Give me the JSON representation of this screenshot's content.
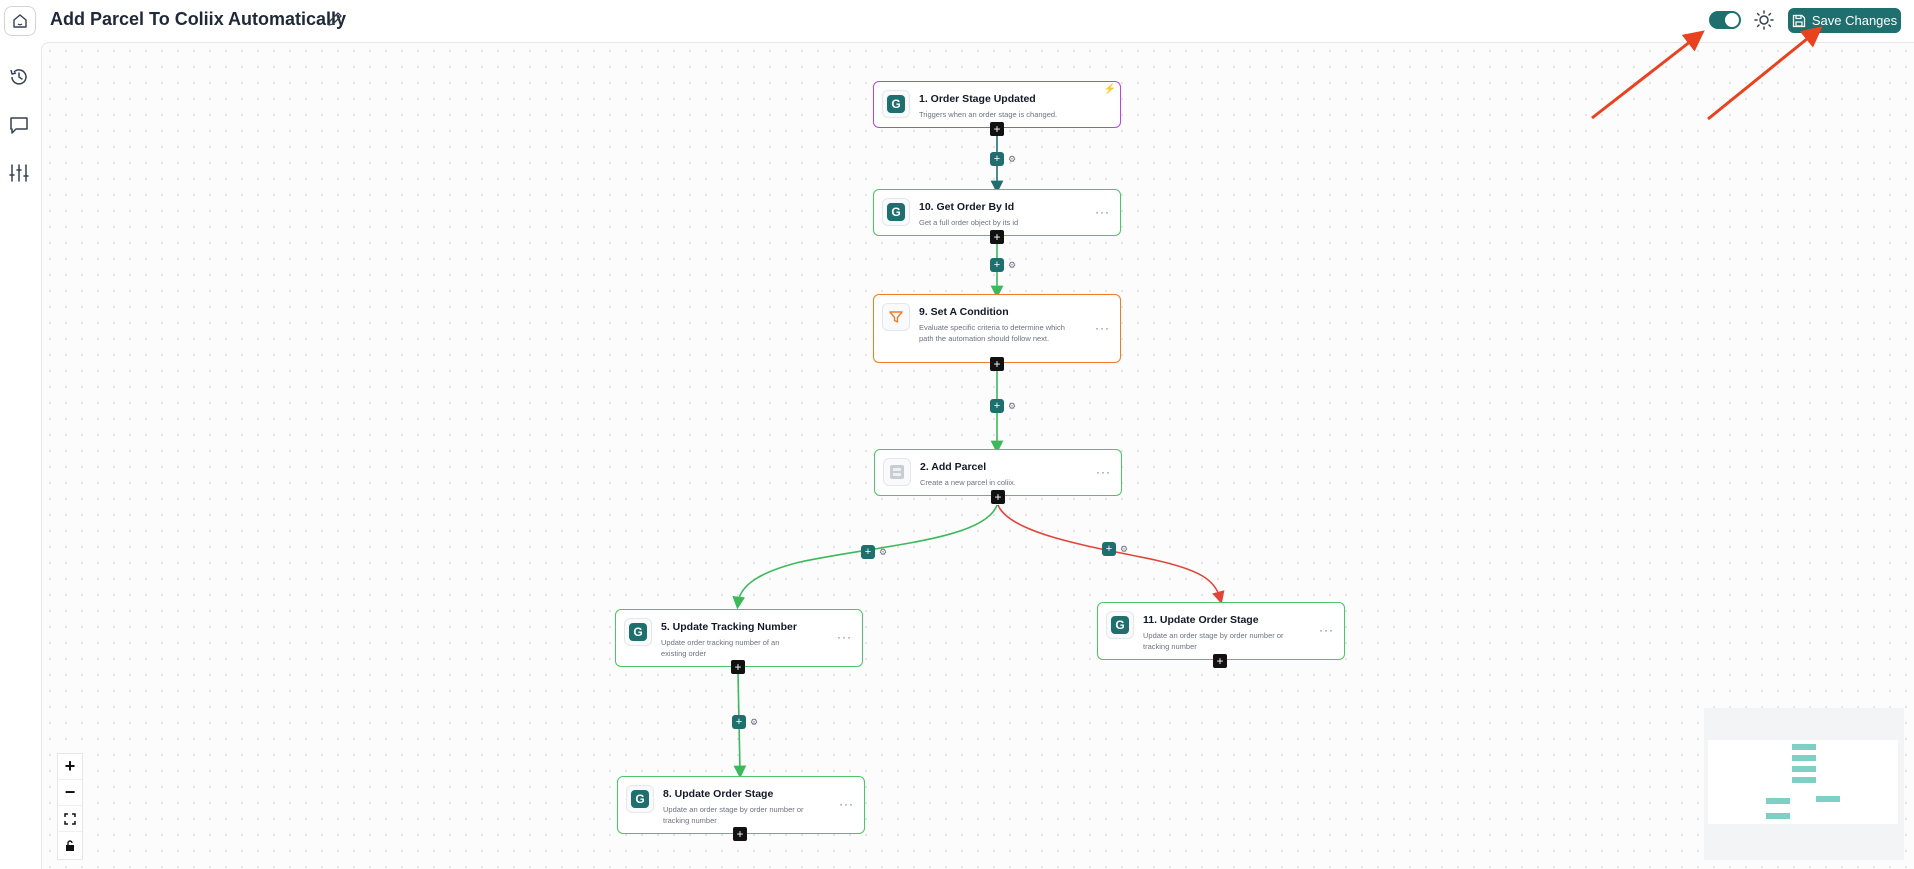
{
  "header": {
    "title": "Add Parcel To Coliix Automatically",
    "save_label": "Save Changes",
    "active": true
  },
  "sidebar": {
    "items": [
      {
        "icon": "history-icon"
      },
      {
        "icon": "chat-icon"
      },
      {
        "icon": "sliders-icon"
      }
    ]
  },
  "nodes": [
    {
      "title": "1. Order Stage Updated",
      "desc": "Triggers when an order stage is changed.",
      "kind": "trigger"
    },
    {
      "title": "10. Get Order By Id",
      "desc": "Get a full order object by its id",
      "kind": "action"
    },
    {
      "title": "9. Set A Condition",
      "desc": "Evaluate specific criteria to determine which path the automation should follow next.",
      "kind": "condition"
    },
    {
      "title": "2. Add Parcel",
      "desc": "Create a new parcel in coliix.",
      "kind": "action"
    },
    {
      "title": "5. Update Tracking Number",
      "desc": "Update order tracking number of an existing order",
      "kind": "action"
    },
    {
      "title": "11. Update Order Stage",
      "desc": "Update an order stage by order number or tracking number",
      "kind": "action"
    },
    {
      "title": "8. Update Order Stage",
      "desc": "Update an order stage by order number or tracking number",
      "kind": "action"
    }
  ],
  "colors": {
    "brand": "#1f6f6f",
    "trigger_border": "#b246e6",
    "action_border": "#4cc46a",
    "condition_border": "#f07b2a",
    "success_edge": "#3cb95a",
    "failure_edge": "#e0453a",
    "annotation": "#e8421f"
  },
  "zoom_controls": [
    "zoom-in",
    "zoom-out",
    "fit-view",
    "lock"
  ]
}
